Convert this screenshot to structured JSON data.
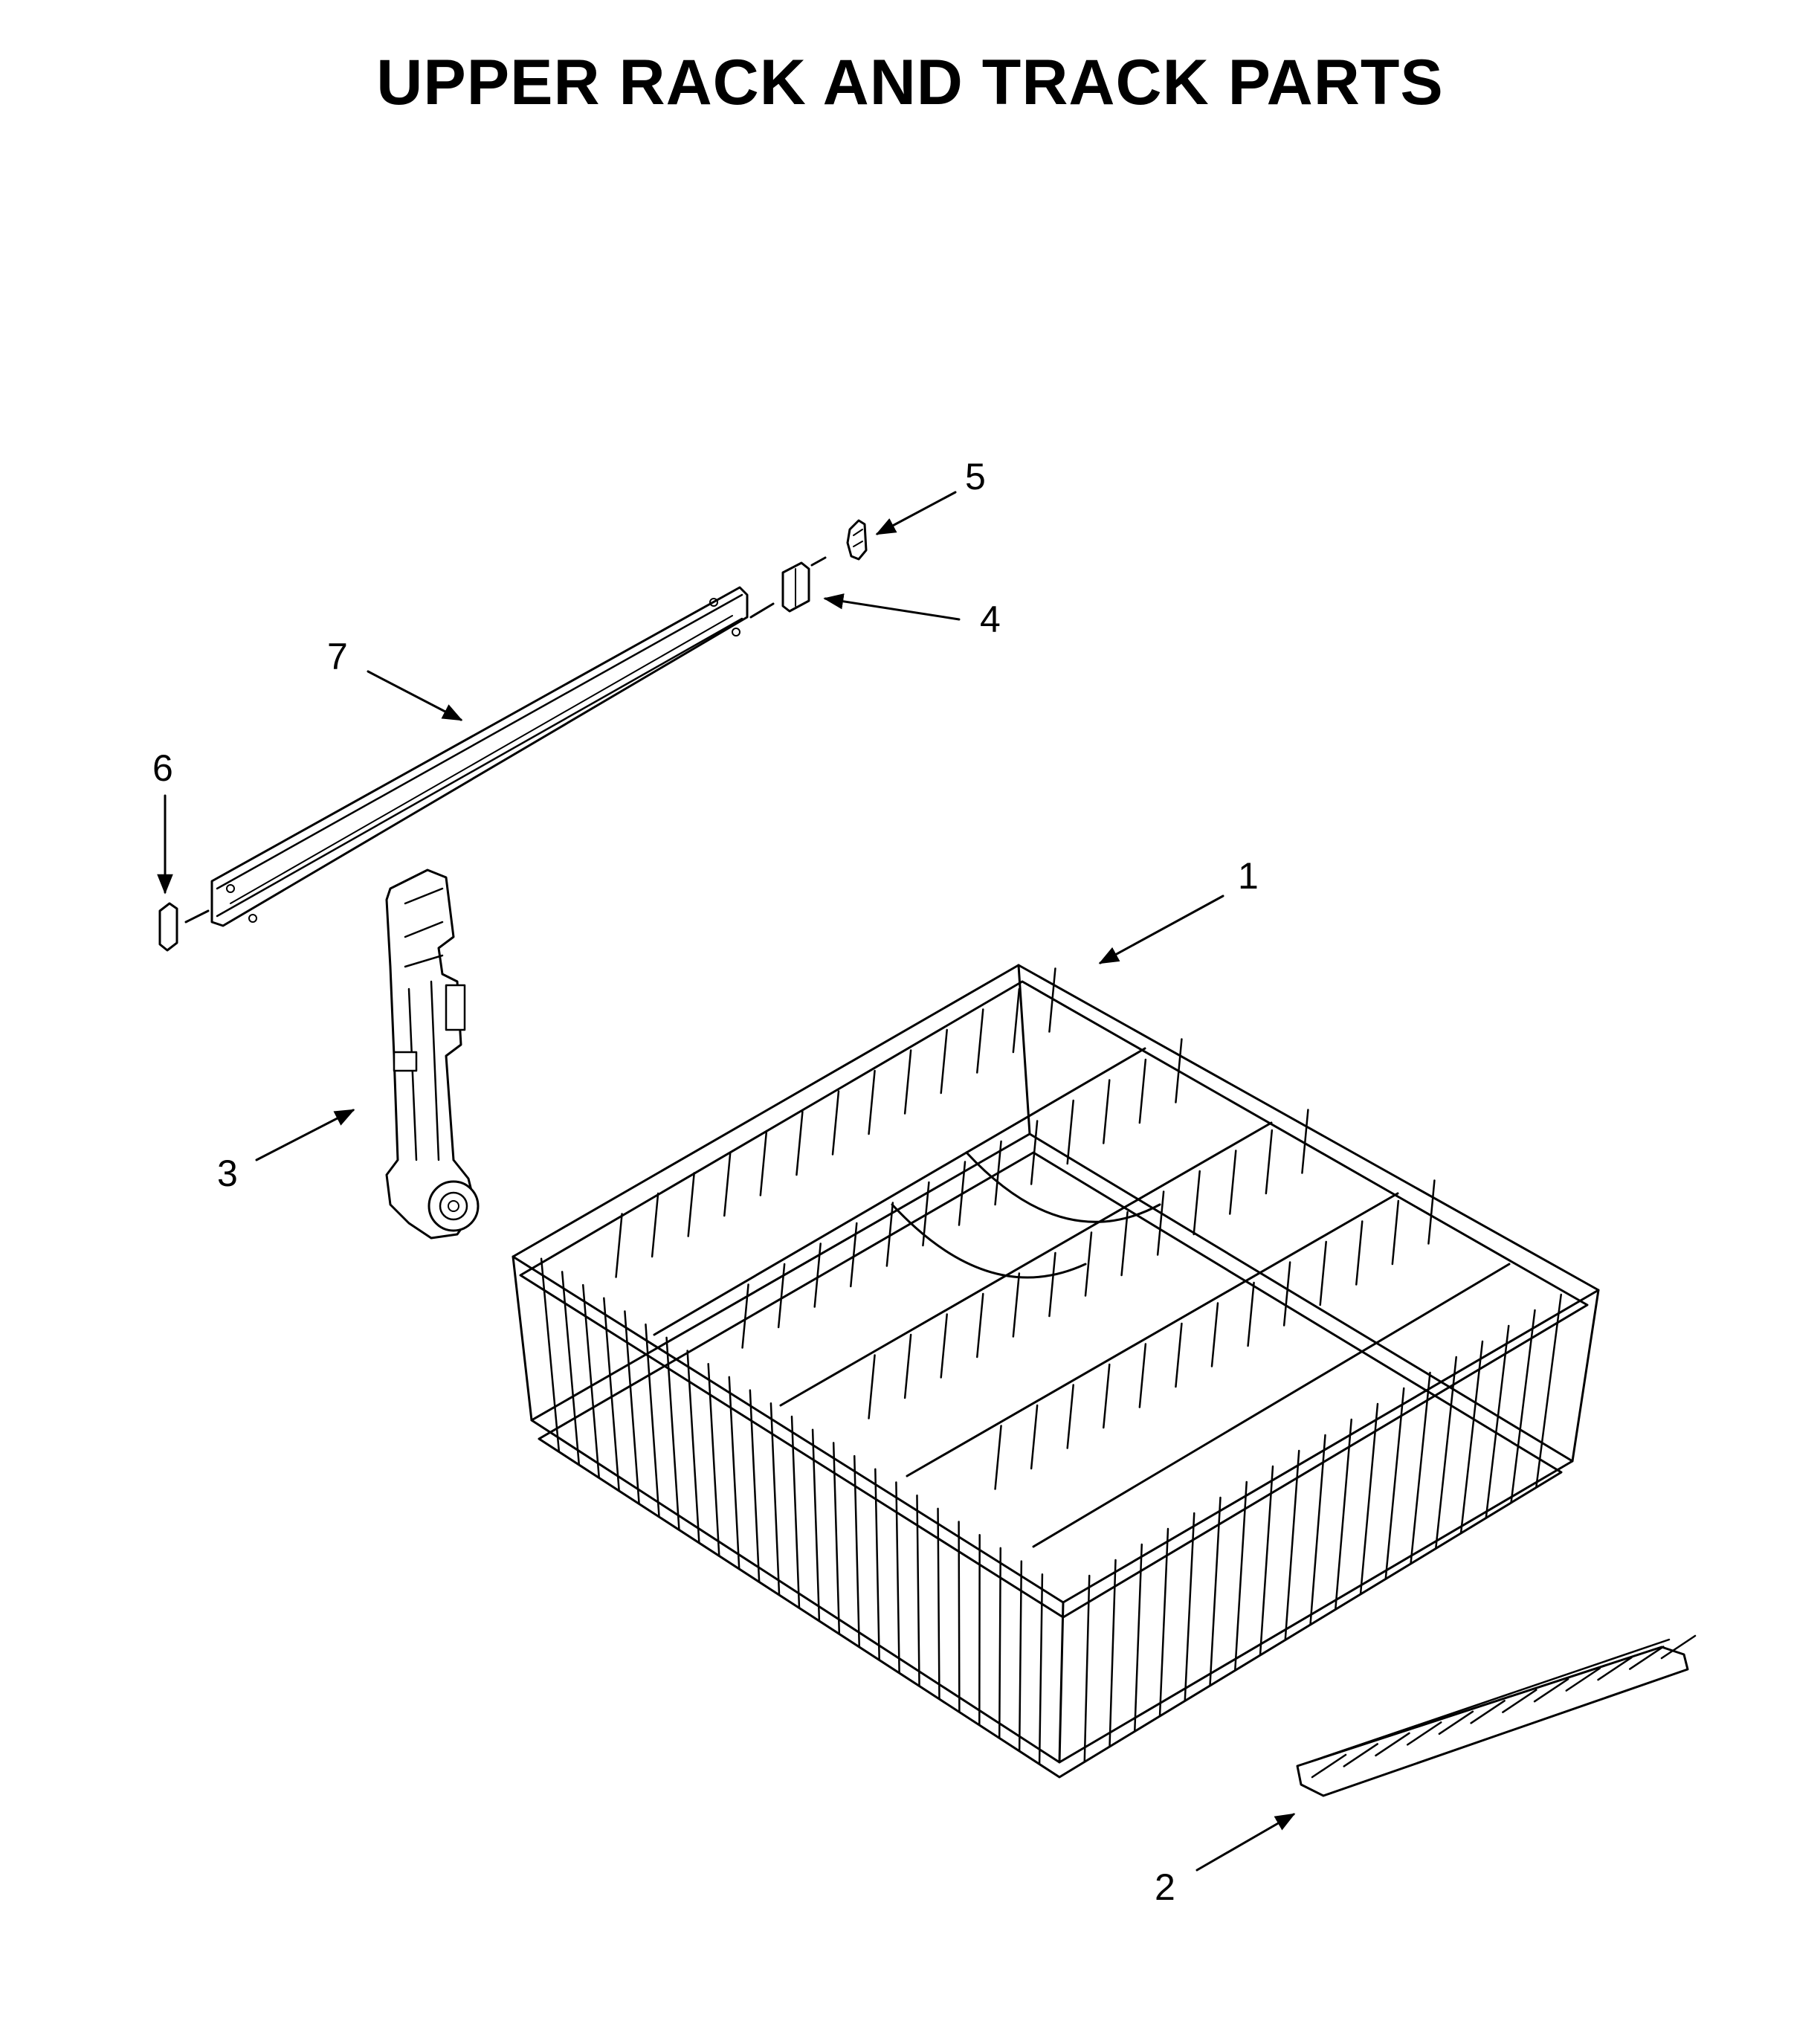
{
  "title": "UPPER RACK AND TRACK PARTS",
  "callouts": [
    {
      "id": "1",
      "part": "upper-rack"
    },
    {
      "id": "2",
      "part": "tine-row-insert"
    },
    {
      "id": "3",
      "part": "rack-adjuster"
    },
    {
      "id": "4",
      "part": "track-end-cap"
    },
    {
      "id": "5",
      "part": "track-stop"
    },
    {
      "id": "6",
      "part": "track-front-stop"
    },
    {
      "id": "7",
      "part": "track-rail"
    }
  ]
}
